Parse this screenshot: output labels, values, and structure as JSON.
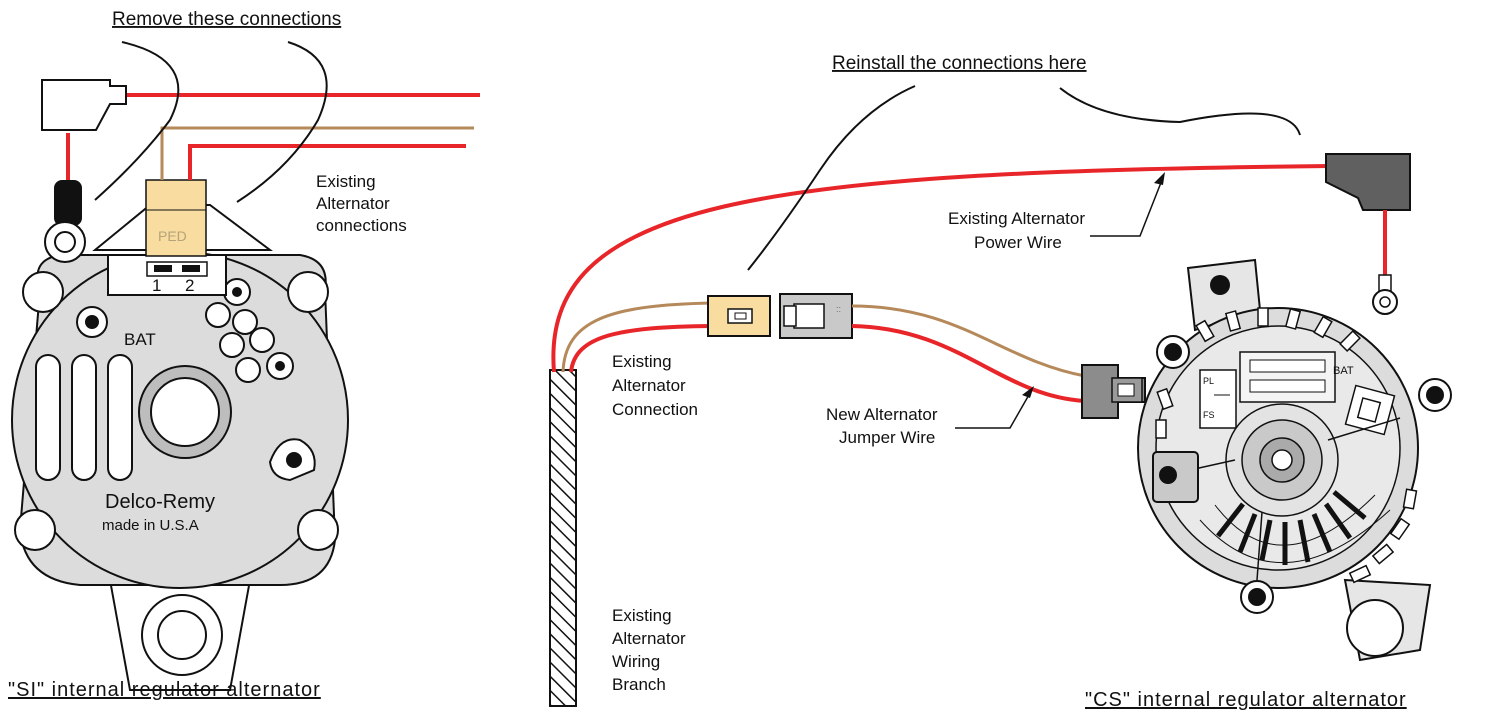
{
  "labels": {
    "remove_title": "Remove these connections",
    "reinstall_title": "Reinstall the connections here",
    "existing_conn_1": "Existing",
    "existing_conn_2": "Alternator",
    "existing_conn_3": "connections",
    "power_wire_1": "Existing Alternator",
    "power_wire_2": "Power Wire",
    "alt_connection_1": "Existing",
    "alt_connection_2": "Alternator",
    "alt_connection_3": "Connection",
    "jumper_1": "New Alternator",
    "jumper_2": "Jumper Wire",
    "branch_1": "Existing",
    "branch_2": "Alternator",
    "branch_3": "Wiring",
    "branch_4": "Branch"
  },
  "si_alternator": {
    "caption": "\"SI\" internal regulator alternator",
    "brand": "Delco-Remy",
    "made_in": "made  in  U.S.A",
    "bat": "BAT",
    "plug_text": "PED",
    "pin1": "1",
    "pin2": "2"
  },
  "cs_alternator": {
    "caption": "\"CS\" internal regulator alternator",
    "bat": "BAT",
    "pl": "PL",
    "fs": "FS"
  },
  "colors": {
    "red_wire": "#e8262a",
    "brown_wire": "#b5895a",
    "plug_tan": "#f8dca0",
    "connector_dark": "#606060",
    "connector_gray": "#c9c9c9",
    "body_gray": "#dcdcdc"
  }
}
